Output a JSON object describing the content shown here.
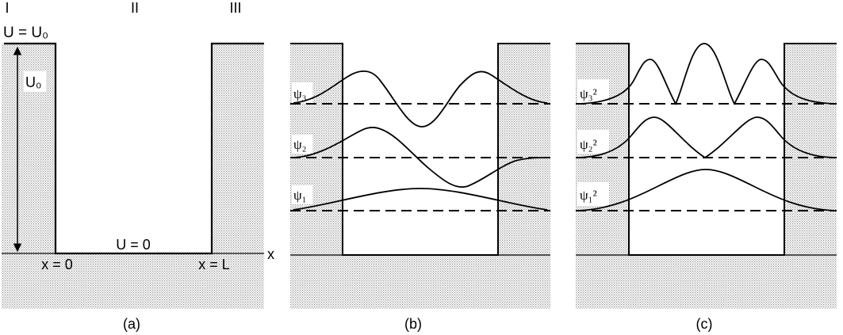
{
  "figure": {
    "panel_a": {
      "regions": [
        "I",
        "II",
        "III"
      ],
      "top_label": "U = U₀",
      "barrier_label": "U₀",
      "well_label": "U = 0",
      "x_left": "x = 0",
      "x_right": "x = L",
      "axis_label": "x",
      "caption": "(a)"
    },
    "panel_b": {
      "labels": [
        "ψ₃",
        "ψ₂",
        "ψ₁"
      ],
      "caption": "(b)"
    },
    "panel_c": {
      "labels": [
        "ψ₃²",
        "ψ₂²",
        "ψ₁²"
      ],
      "caption": "(c)"
    }
  },
  "colors": {
    "ink": "#000000",
    "background": "#ffffff",
    "stipple": "#8a8a8a"
  }
}
